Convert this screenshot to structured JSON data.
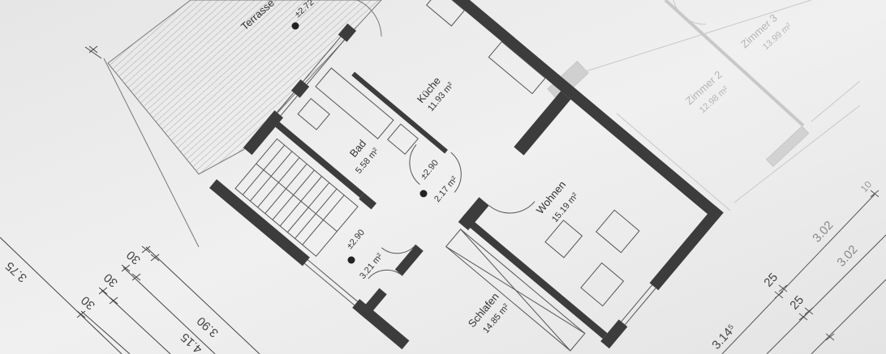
{
  "rooms": {
    "terrace": {
      "name": "Terrasse",
      "level": "±2.72"
    },
    "kitchen": {
      "name": "Küche",
      "area": "11.93 m²"
    },
    "bath": {
      "name": "Bad",
      "area": "5.58 m²"
    },
    "hall": {
      "level": "±2.90",
      "area": "2.17 m²"
    },
    "entry": {
      "level": "±2.90",
      "area": "3.21 m²"
    },
    "living": {
      "name": "Wohnen",
      "area": "15.19 m²"
    },
    "bedroom": {
      "name": "Schlafen",
      "area": "14.85 m²"
    },
    "room2": {
      "name": "Zimmer 2",
      "area": "12.98 m²"
    },
    "room3": {
      "name": "Zimmer 3",
      "area": "13.99 m²"
    }
  },
  "dimensions": {
    "left": [
      "3.75",
      "30",
      "30",
      "30",
      "3.90",
      "4.15"
    ],
    "right": [
      "3.02",
      "3.02",
      "25",
      "25",
      "3.14⁵",
      "10"
    ]
  },
  "colors": {
    "paper": "#ececec",
    "wall": "#3a3a3a",
    "line": "#555555",
    "faint": "#bdbdbd"
  }
}
